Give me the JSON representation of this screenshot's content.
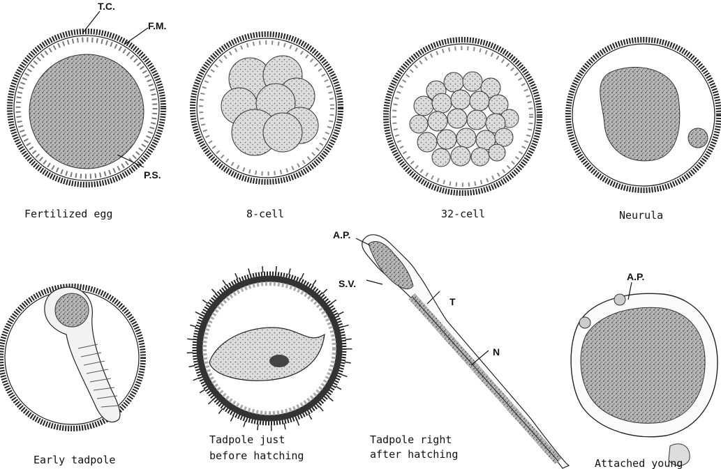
{
  "stages": [
    {
      "caption": [
        "Fertilized egg"
      ],
      "labels": [
        "T.C.",
        "F.M.",
        "P.S."
      ]
    },
    {
      "caption": [
        "8-cell"
      ]
    },
    {
      "caption": [
        "32-cell"
      ]
    },
    {
      "caption": [
        "Neurula"
      ]
    },
    {
      "caption": [
        "Early tadpole"
      ]
    },
    {
      "caption": [
        "Tadpole just",
        "before hatching"
      ]
    },
    {
      "caption": [
        "Tadpole right",
        "after hatching"
      ],
      "labels": [
        "A.P.",
        "S.V.",
        "T",
        "N"
      ]
    },
    {
      "caption": [
        "Attached young"
      ],
      "labels": [
        "A.P."
      ]
    }
  ]
}
